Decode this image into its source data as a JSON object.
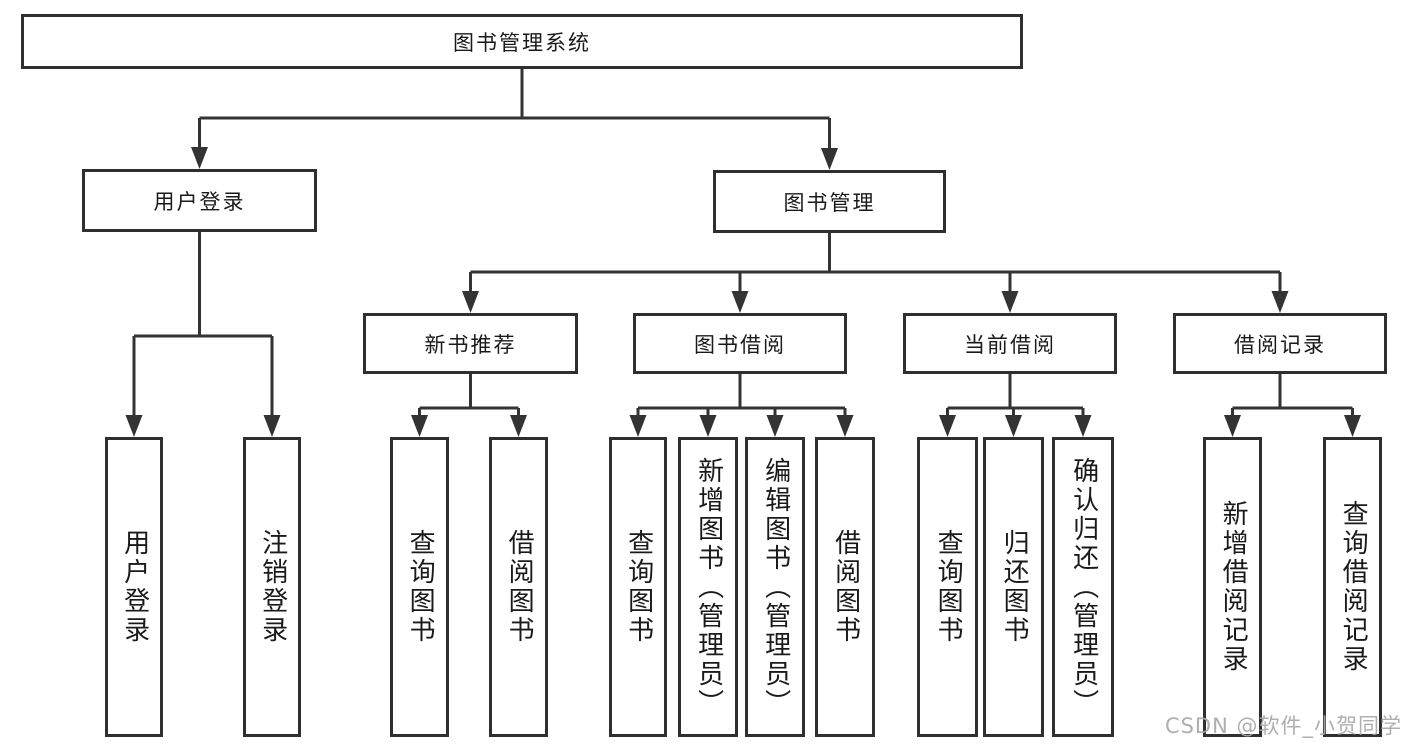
{
  "diagram": {
    "root": {
      "label": "图书管理系统",
      "children": [
        {
          "label": "用户登录",
          "children": [
            {
              "label": "用户登录"
            },
            {
              "label": "注销登录"
            }
          ]
        },
        {
          "label": "图书管理",
          "children": [
            {
              "label": "新书推荐",
              "children": [
                {
                  "label": "查询图书"
                },
                {
                  "label": "借阅图书"
                }
              ]
            },
            {
              "label": "图书借阅",
              "children": [
                {
                  "label": "查询图书"
                },
                {
                  "label": "新增图书（管理员）"
                },
                {
                  "label": "编辑图书（管理员）"
                },
                {
                  "label": "借阅图书"
                }
              ]
            },
            {
              "label": "当前借阅",
              "children": [
                {
                  "label": "查询图书"
                },
                {
                  "label": "归还图书"
                },
                {
                  "label": "确认归还（管理员）"
                }
              ]
            },
            {
              "label": "借阅记录",
              "children": [
                {
                  "label": "新增借阅记录"
                },
                {
                  "label": "查询借阅记录"
                }
              ]
            }
          ]
        }
      ]
    }
  },
  "watermark": {
    "text": "CSDN @软件_小贺同学"
  },
  "colors": {
    "line": "#333333",
    "border": "#2f2f2f",
    "text": "#1a1a1a",
    "watermark": "#a8a8a8",
    "background": "#ffffff"
  }
}
